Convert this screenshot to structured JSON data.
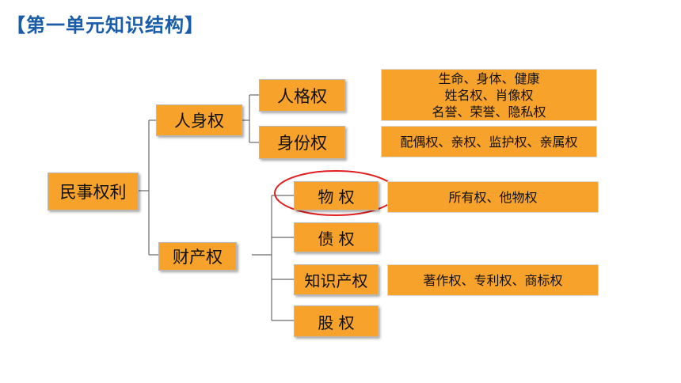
{
  "title": "【第一单元知识结构】",
  "root": {
    "label": "民事权利"
  },
  "branches": {
    "personal": {
      "label": "人身权",
      "children": [
        {
          "label": "人格权",
          "desc": [
            "生命、身体、健康",
            "姓名权、肖像权",
            "名誉、荣誉、隐私权"
          ]
        },
        {
          "label": "身份权",
          "desc": [
            "配偶权、亲权、监护权、亲属权"
          ]
        }
      ]
    },
    "property": {
      "label": "财产权",
      "children": [
        {
          "label": "物 权",
          "desc": [
            "所有权、他物权"
          ],
          "highlighted": true
        },
        {
          "label": "债 权"
        },
        {
          "label": "知识产权",
          "desc": [
            "著作权、专利权、商标权"
          ]
        },
        {
          "label": "股 权"
        }
      ]
    }
  },
  "colors": {
    "node_fill": "#f7a22a",
    "connector": "#6b6b6b",
    "highlight_ring": "#e02020",
    "title": "#1a5ca8"
  }
}
